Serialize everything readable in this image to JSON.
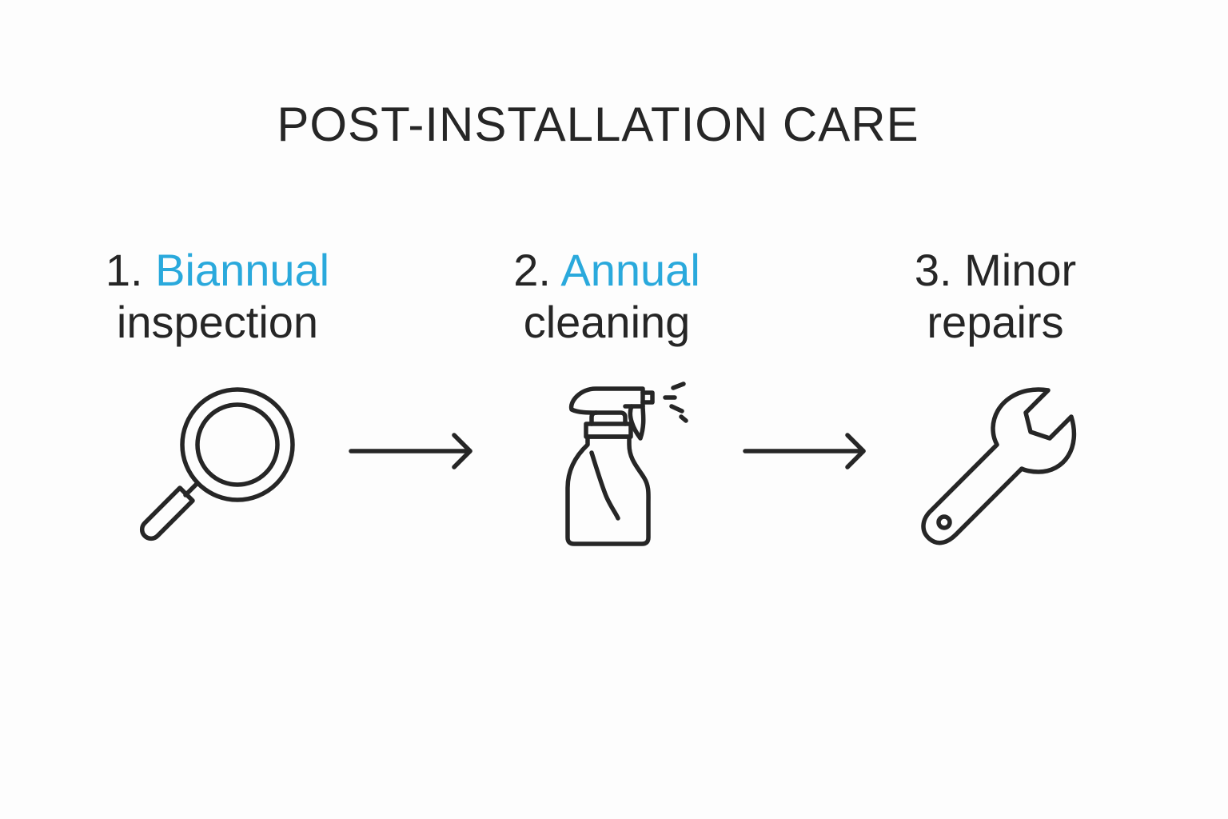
{
  "title": "POST-INSTALLATION CARE",
  "accent_color": "#2aa9dc",
  "text_color": "#262626",
  "steps": [
    {
      "number": "1.",
      "highlight": "Biannual",
      "rest": "inspection",
      "icon": "magnifying-glass-icon"
    },
    {
      "number": "2.",
      "highlight": "Annual",
      "rest": "cleaning",
      "icon": "spray-bottle-icon"
    },
    {
      "number": "3.",
      "plain": "Minor",
      "rest": "repairs",
      "icon": "wrench-icon"
    }
  ],
  "connectors": [
    "arrow-right-icon",
    "arrow-right-icon"
  ]
}
